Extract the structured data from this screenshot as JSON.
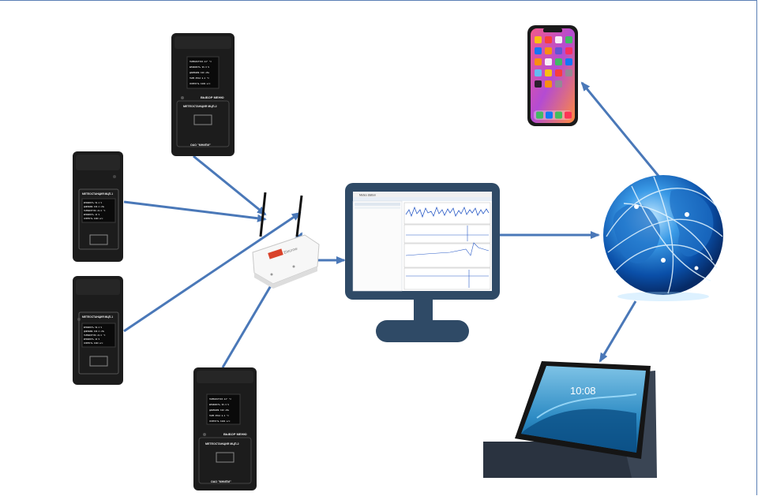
{
  "colors": {
    "arrow": "#4a78b8",
    "monitor": "#2f4a66",
    "device_body": "#1c1c1c",
    "frame_border": "#5b7fb5"
  },
  "meteostation_top": {
    "buttons_label": "ВЫБОР  МЕНЮ",
    "model_label": "МЕТЕОСТАНЦИЯ МЦП-2",
    "maker_label": "ОАО \"МНИПИ\"",
    "screen_lines": [
      "ТЕМПЕРАТУРА 24°  °С",
      "ВЛАЖНОСТЬ  36.3 %",
      "ДАВЛЕНИЕ    100  кПа",
      "ТЕМП.РОСА  8.2 °С",
      "СКОРОСТЬ   1000 м/с"
    ]
  },
  "meteostation_left1": {
    "model_label": "МЕТЕОСТАНЦИЯ МЦП-1",
    "screen_lines": [
      "ВЛАЖНОСТЬ   58.2 %",
      "ДАВЛЕНИЕ  100.2 кПа",
      "ТЕМПЕРАТУРА 22.0 °С",
      "ВЛАЖНОСТЬ   42 %",
      "СКОРОСТЬ   1000 м/с"
    ]
  },
  "meteostation_left2": {
    "model_label": "МЕТЕОСТАНЦИЯ МЦП-1",
    "screen_lines": [
      "ВЛАЖНОСТЬ   58.2 %",
      "ДАВЛЕНИЕ  100.2 кПа",
      "ТЕМПЕРАТУРА 22.0 °С",
      "ВЛАЖНОСТЬ   42 %",
      "СКОРОСТЬ   1000 м/с"
    ]
  },
  "meteostation_bottom": {
    "buttons_label": "ВЫБОР  МЕНЮ",
    "model_label": "МЕТЕОСТАНЦИЯ МЦП-2",
    "maker_label": "ОАО \"МНИПИ\"",
    "screen_lines": [
      "ТЕМПЕРАТУРА 24°  °С",
      "ВЛАЖНОСТЬ  36.3 %",
      "ДАВЛЕНИЕ    100  кПа",
      "ТЕМП.РОСА  8.2 °С",
      "СКОРОСТЬ   1000 м/с"
    ]
  },
  "router": {
    "brand": "Elecrow"
  },
  "monitor": {
    "window_title": "Meteo station"
  },
  "tablet": {
    "clock": "10:08"
  }
}
